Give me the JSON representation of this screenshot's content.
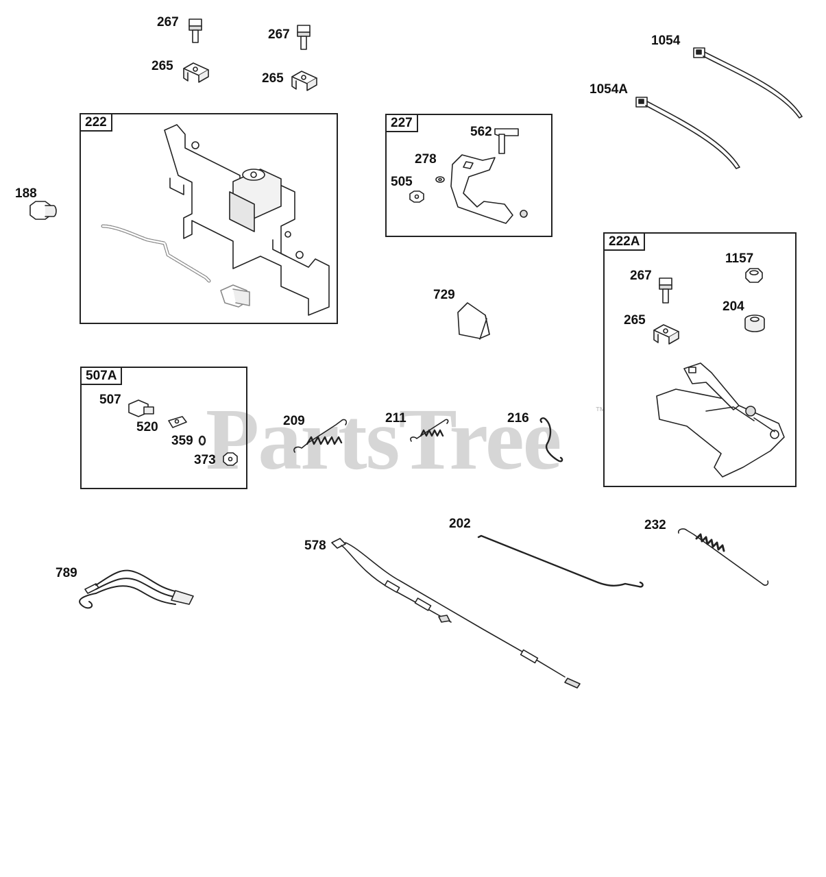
{
  "watermark": {
    "text": "PartsTree",
    "tm": "™"
  },
  "boxes": {
    "b222": "222",
    "b227": "227",
    "b222A": "222A",
    "b507A": "507A"
  },
  "callouts": {
    "c267a": "267",
    "c267b": "267",
    "c265a": "265",
    "c265b": "265",
    "c1054": "1054",
    "c1054A": "1054A",
    "c188": "188",
    "c562": "562",
    "c278": "278",
    "c505": "505",
    "c729": "729",
    "c1157": "1157",
    "c267c": "267",
    "c204": "204",
    "c265c": "265",
    "c507": "507",
    "c520": "520",
    "c359": "359",
    "c373": "373",
    "c209": "209",
    "c211": "211",
    "c216": "216",
    "c202": "202",
    "c232": "232",
    "c578": "578",
    "c789": "789"
  }
}
